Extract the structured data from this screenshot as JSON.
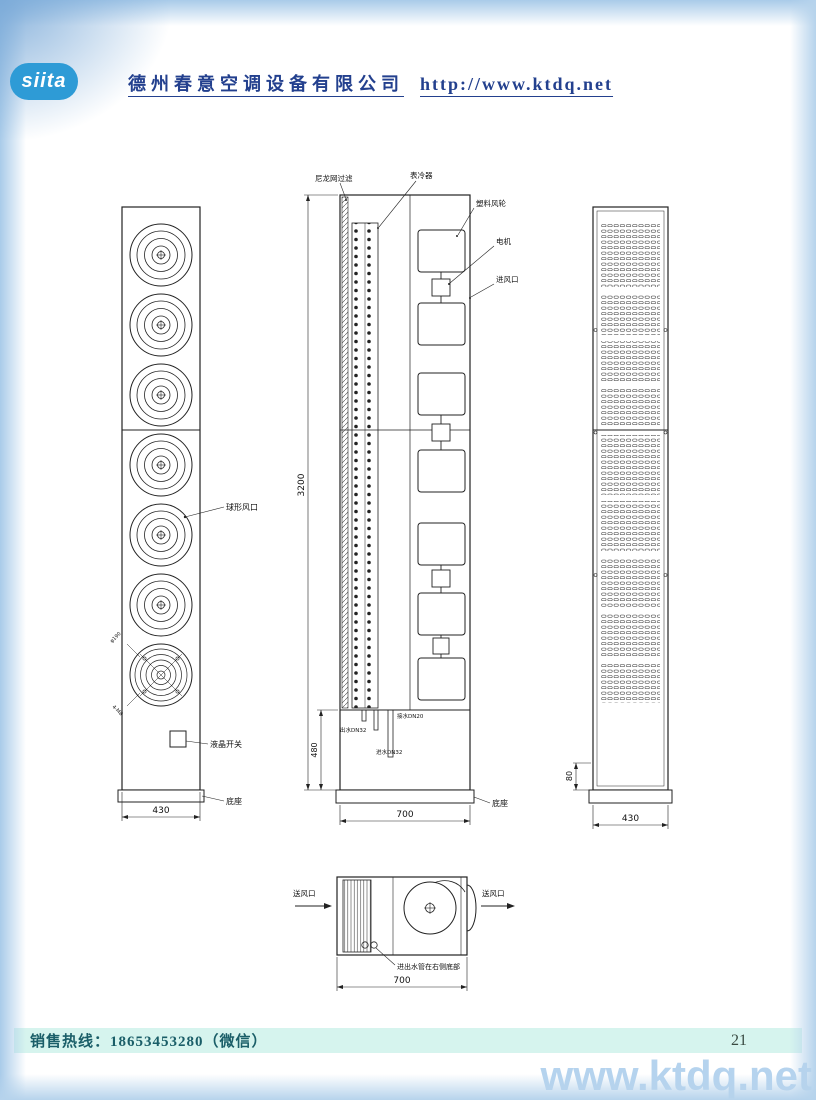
{
  "header": {
    "logo": "siita",
    "company": "德州春意空调设备有限公司",
    "url": "http://www.ktdq.net"
  },
  "front_view": {
    "label_ball_outlet": "球形风口",
    "label_lcd_switch": "液晶开关",
    "label_base": "底座",
    "dim_width": "430",
    "small_dim_1": "φ190",
    "small_dim_2": "4-M8"
  },
  "side_view": {
    "label_filter": "尼龙网过滤",
    "label_coil": "表冷器",
    "label_fan": "塑料风轮",
    "label_motor": "电机",
    "label_inlet": "进风口",
    "pipe_out": "出水DN32",
    "pipe_in": "进水DN32",
    "pipe_drain": "接水DN20",
    "label_base": "底座",
    "dim_height": "3200",
    "dim_lower": "480",
    "dim_width": "700"
  },
  "back_view": {
    "dim_base": "80",
    "dim_width": "430"
  },
  "top_view": {
    "label_outlet_left": "送风口",
    "label_outlet_right": "送风口",
    "label_pipes": "进出水管在右侧底部",
    "dim_width": "700"
  },
  "footer": {
    "hotline": "销售热线：18653453280（微信）",
    "page_number": "21",
    "watermark": "www.ktdq.net"
  },
  "colors": {
    "header_text": "#23408e",
    "logo_bg": "#2e9bd6",
    "footer_band": "#d6f4ee",
    "footer_text": "#1a5e68",
    "watermark": "#b5d3ee",
    "border_glow": "#a9cbe9"
  }
}
